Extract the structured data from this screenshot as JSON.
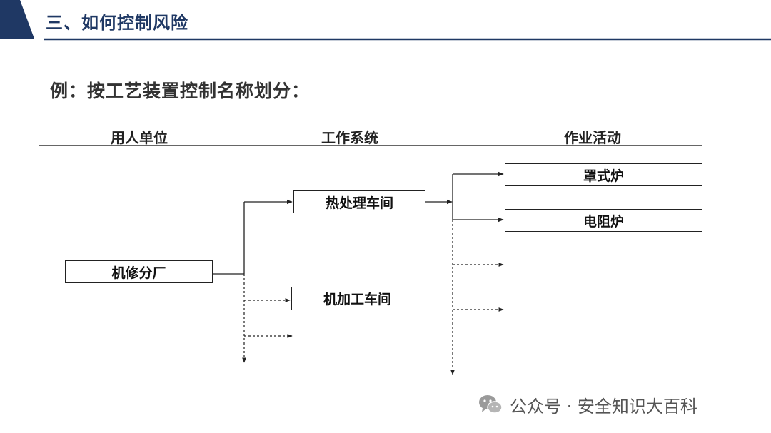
{
  "header": {
    "title": "三、如何控制风险",
    "accent": "#1f3864"
  },
  "subtitle": "例：按工艺装置控制名称划分：",
  "columns": {
    "col1": "用人单位",
    "col2": "工作系统",
    "col3": "作业活动"
  },
  "nodes": {
    "unit": "机修分厂",
    "heat_treatment": "热处理车间",
    "machining": "机加工车间",
    "bell_furnace": "罩式炉",
    "resistance_furnace": "电阻炉"
  },
  "watermark": {
    "text": "公众号 · 安全知识大百科",
    "icon": "wechat-icon"
  }
}
